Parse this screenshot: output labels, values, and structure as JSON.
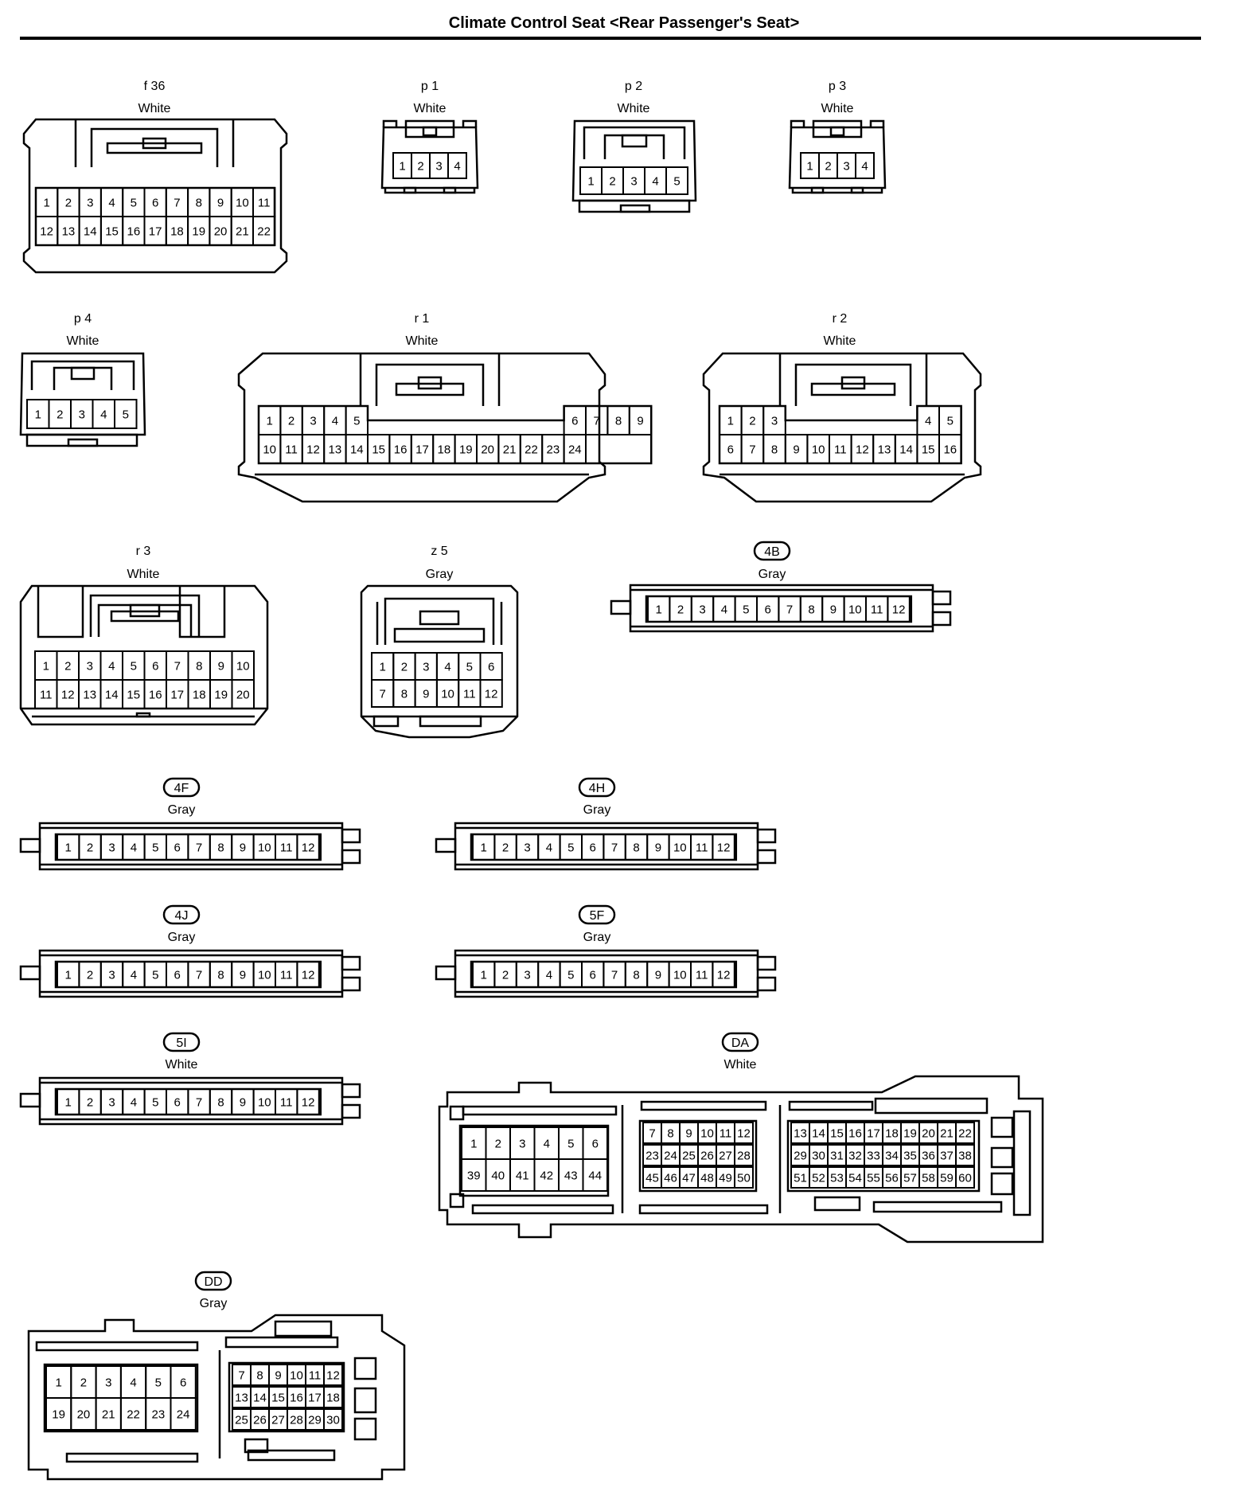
{
  "title": "Climate Control Seat <Rear Passenger's Seat>",
  "connectors": [
    {
      "id": "f36",
      "code": "f 36",
      "color": "White",
      "boxed": false
    },
    {
      "id": "p1",
      "code": "p 1",
      "color": "White",
      "boxed": false
    },
    {
      "id": "p2",
      "code": "p 2",
      "color": "White",
      "boxed": false
    },
    {
      "id": "p3",
      "code": "p 3",
      "color": "White",
      "boxed": false
    },
    {
      "id": "p4",
      "code": "p 4",
      "color": "White",
      "boxed": false
    },
    {
      "id": "r1",
      "code": "r 1",
      "color": "White",
      "boxed": false
    },
    {
      "id": "r2",
      "code": "r 2",
      "color": "White",
      "boxed": false
    },
    {
      "id": "r3",
      "code": "r 3",
      "color": "White",
      "boxed": false
    },
    {
      "id": "z5",
      "code": "z 5",
      "color": "Gray",
      "boxed": false
    },
    {
      "id": "4B",
      "code": "4B",
      "color": "Gray",
      "boxed": true
    },
    {
      "id": "4F",
      "code": "4F",
      "color": "Gray",
      "boxed": true
    },
    {
      "id": "4H",
      "code": "4H",
      "color": "Gray",
      "boxed": true
    },
    {
      "id": "4J",
      "code": "4J",
      "color": "Gray",
      "boxed": true
    },
    {
      "id": "5F",
      "code": "5F",
      "color": "Gray",
      "boxed": true
    },
    {
      "id": "5I",
      "code": "5I",
      "color": "White",
      "boxed": true
    },
    {
      "id": "DA",
      "code": "DA",
      "color": "White",
      "boxed": true
    },
    {
      "id": "DD",
      "code": "DD",
      "color": "Gray",
      "boxed": true
    }
  ]
}
